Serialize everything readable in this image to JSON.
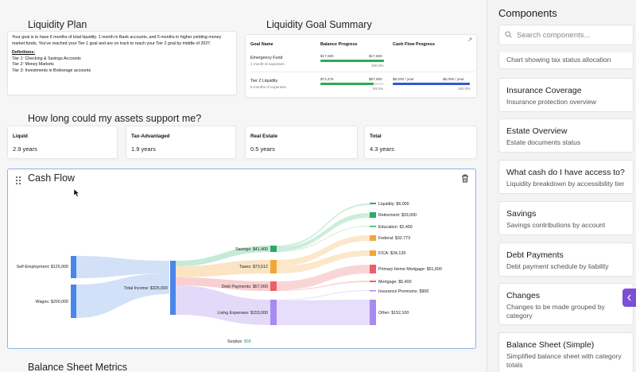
{
  "liquidity_plan": {
    "title": "Liquidity Plan",
    "body": "Your goal is to have 6 months of total liquidity. 1 month in Bank accounts, and 5 months in higher yielding money market funds. You've reached your Tier 1 goal and are on track to reach your Tier 2 goal by middle of 2027.",
    "definitions_heading": "Definitions:",
    "tiers": [
      {
        "label": "Tier 1:",
        "text": " Checking & Savings Accounts"
      },
      {
        "label": "Tier 2:",
        "text": " Money Markets"
      },
      {
        "label": "Tier 3:",
        "text": " Investments in Brokerage accounts"
      }
    ]
  },
  "goal_summary": {
    "title": "Liquidity Goal Summary",
    "headers": {
      "goal": "Goal Name",
      "balance": "Balance Progress",
      "cashflow": "Cash Flow Progress"
    },
    "rows": [
      {
        "name": "Emergency Fund",
        "sub": "1 month of expenses",
        "bal_current": "$17,500",
        "bal_target": "$17,500",
        "bal_pct_label": "100.0%",
        "bal_pct": 1.0,
        "cf_current": "",
        "cf_target": "",
        "cf_pct_label": "",
        "cf_pct": 0
      },
      {
        "name": "Tier 2 Liquidity",
        "sub": "5 months of expenses",
        "bal_current": "$73,475",
        "bal_target": "$87,500",
        "bal_pct_label": "84.0%",
        "bal_pct": 0.84,
        "cf_current": "$6,000 / year",
        "cf_target": "$6,000 / year",
        "cf_pct_label": "100.0%",
        "cf_pct": 1.0
      }
    ]
  },
  "assets_support": {
    "title": "How long could my assets support me?",
    "metrics": [
      {
        "label": "Liquid",
        "value": "2.9 years"
      },
      {
        "label": "Tax-Advantaged",
        "value": "1.9 years"
      },
      {
        "label": "Real Estate",
        "value": "0.5 years"
      },
      {
        "label": "Total",
        "value": "4.3 years"
      }
    ]
  },
  "cash_flow": {
    "title": "Cash Flow",
    "surplus_label": "Surplus: ",
    "surplus_value": "$68",
    "nodes": {
      "self_employment": "Self-Employment: $125,000",
      "wages": "Wages: $200,000",
      "total_income": "Total Income: $325,000",
      "savings": "Savings: $41,400",
      "taxes": "Taxes: $73,512",
      "debt_payments": "Debt Payments: $57,000",
      "living_expenses": "Living Expenses: $153,000",
      "liquidity": "Liquidity: $6,000",
      "retirement": "Retirement: $33,000",
      "education": "Education: $2,400",
      "federal": "Federal: $32,773",
      "fica": "FICA: $34,139",
      "primary_home_mortgage": "Primary Home Mortgage: $51,600",
      "mortgage": "Mortgage: $5,400",
      "insurance_premiums": "Insurance Premiums: $900",
      "other": "Other: $152,100"
    },
    "colors": {
      "income": "#4a86e8",
      "savings": "#2aaa6a",
      "taxes": "#f4a53a",
      "debt": "#ec5f67",
      "living": "#a88af0"
    }
  },
  "balance_sheet_metrics": {
    "title": "Balance Sheet Metrics"
  },
  "sidebar": {
    "title": "Components",
    "search_placeholder": "Search components...",
    "items": [
      {
        "title": "",
        "desc": "Chart showing tax status allocation"
      },
      {
        "title": "Insurance Coverage",
        "desc": "Insurance protection overview"
      },
      {
        "title": "Estate Overview",
        "desc": "Estate documents status"
      },
      {
        "title": "What cash do I have access to?",
        "desc": "Liquidity breakdown by accessibility tier"
      },
      {
        "title": "Savings",
        "desc": "Savings contributions by account"
      },
      {
        "title": "Debt Payments",
        "desc": "Debt payment schedule by liability"
      },
      {
        "title": "Changes",
        "desc": "Changes to be made grouped by category"
      },
      {
        "title": "Balance Sheet (Simple)",
        "desc": "Simplified balance sheet with category totals"
      }
    ]
  }
}
